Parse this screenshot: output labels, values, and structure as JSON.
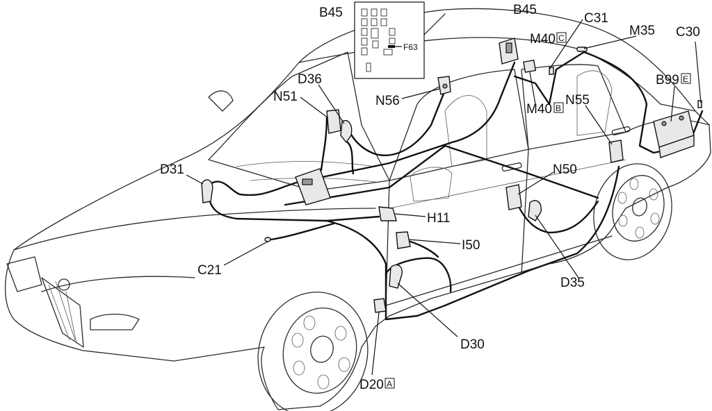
{
  "labels": {
    "b45_fusebox": "B45",
    "b45": "B45",
    "f63": "F63",
    "c31": "C31",
    "m40_c": "M40",
    "m40_c_box": "C",
    "m35": "M35",
    "c30": "C30",
    "d36": "D36",
    "n51": "N51",
    "n56": "N56",
    "m40_b": "M40",
    "m40_b_box": "B",
    "n55": "N55",
    "b99": "B99",
    "b99_box": "E",
    "d31": "D31",
    "n50": "N50",
    "h11": "H11",
    "i50": "I50",
    "c21": "C21",
    "d35": "D35",
    "d30": "D30",
    "d20": "D20",
    "d20_box": "A"
  }
}
